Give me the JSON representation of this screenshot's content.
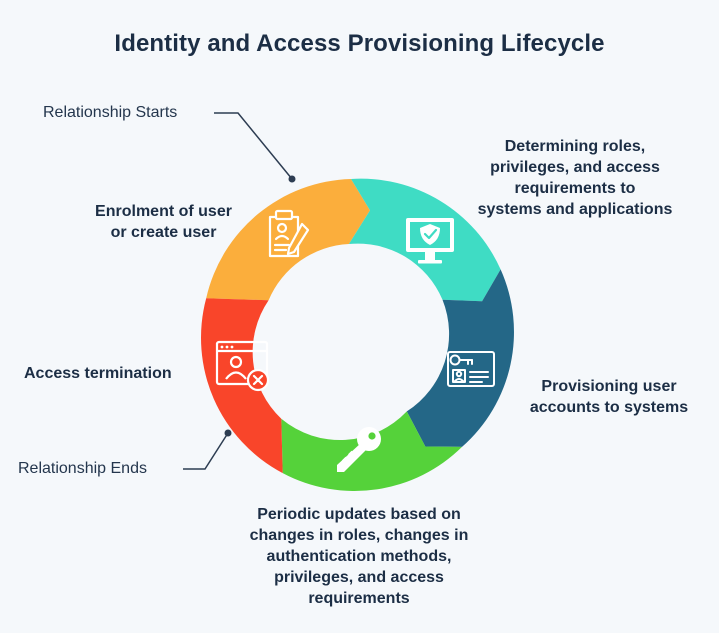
{
  "title": "Identity and Access Provisioning Lifecycle",
  "relationship_starts": "Relationship Starts",
  "relationship_ends": "Relationship Ends",
  "stages": [
    {
      "lines": [
        "Enrolment of user",
        "or create user"
      ],
      "color": "#fbae3c",
      "icon": "document-pen-icon"
    },
    {
      "lines": [
        "Determining roles,",
        "privileges, and access",
        "requirements to",
        "systems and applications"
      ],
      "color": "#3fdcc4",
      "icon": "monitor-shield-icon"
    },
    {
      "lines": [
        "Provisioning user",
        "accounts to systems"
      ],
      "color": "#246787",
      "icon": "id-card-key-icon"
    },
    {
      "lines": [
        "Periodic updates based on",
        "changes in roles, changes in",
        "authentication methods,",
        "privileges, and access",
        "requirements"
      ],
      "color": "#55d23a",
      "icon": "key-icon"
    },
    {
      "lines": [
        "Access termination"
      ],
      "color": "#f9452a",
      "icon": "user-window-x-icon"
    }
  ]
}
